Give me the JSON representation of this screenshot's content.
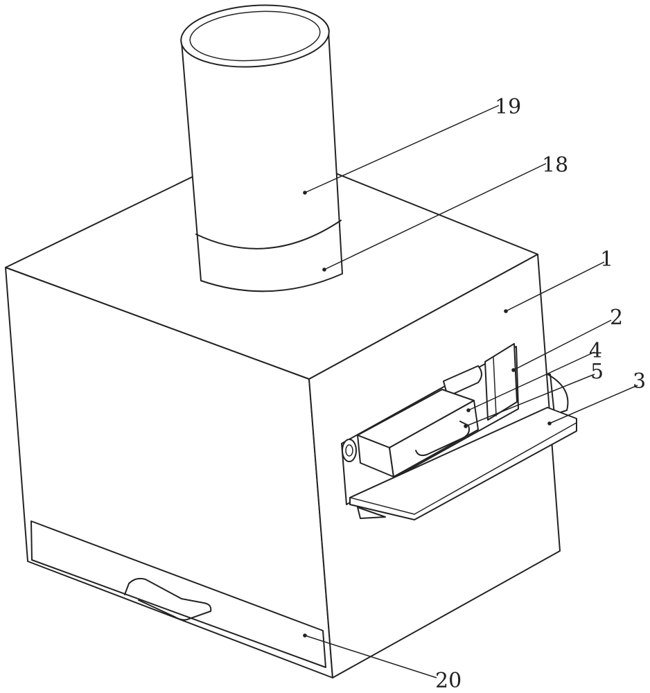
{
  "callouts": [
    {
      "id": "19",
      "text": "19"
    },
    {
      "id": "18",
      "text": "18"
    },
    {
      "id": "1",
      "text": "1"
    },
    {
      "id": "2",
      "text": "2"
    },
    {
      "id": "4",
      "text": "4"
    },
    {
      "id": "5",
      "text": "5"
    },
    {
      "id": "3",
      "text": "3"
    },
    {
      "id": "20",
      "text": "20"
    }
  ],
  "colors": {
    "line": "#222222",
    "background": "#ffffff"
  }
}
